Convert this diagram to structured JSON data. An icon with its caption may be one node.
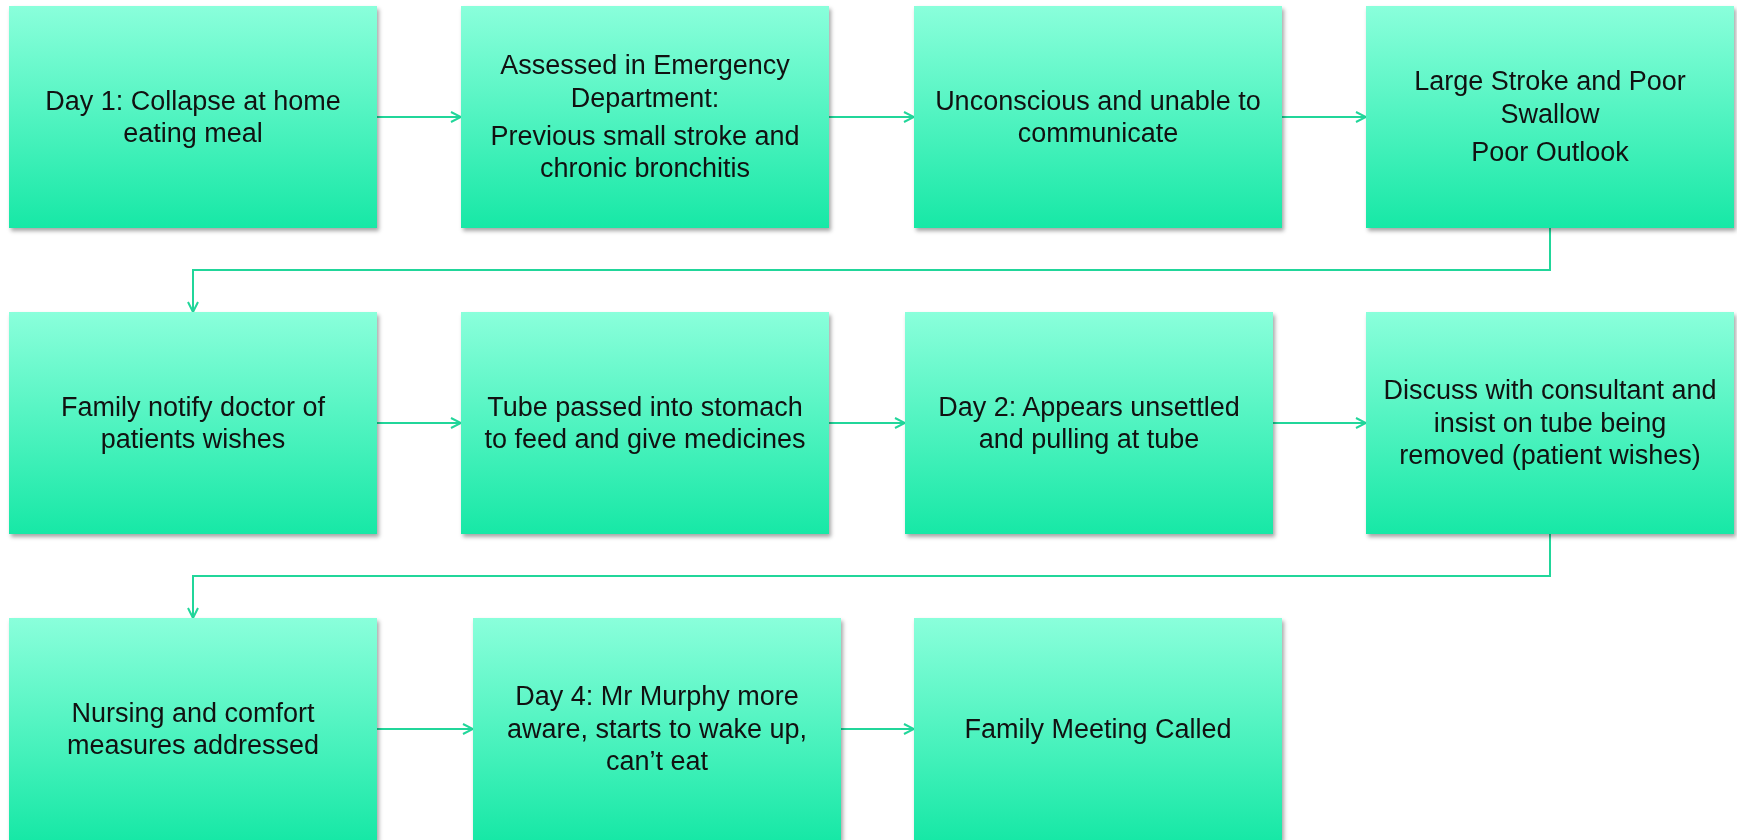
{
  "diagram": {
    "nodes": [
      {
        "text": [
          "Day 1: Collapse at home eating meal"
        ]
      },
      {
        "text": [
          "Assessed in Emergency Department:",
          "Previous small stroke and chronic bronchitis"
        ]
      },
      {
        "text": [
          "Unconscious and unable to communicate"
        ]
      },
      {
        "text": [
          "Large Stroke and Poor Swallow",
          "Poor Outlook"
        ]
      },
      {
        "text": [
          "Family notify doctor of patients wishes"
        ]
      },
      {
        "text": [
          "Tube passed into stomach to feed and give medicines"
        ]
      },
      {
        "text": [
          "Day 2: Appears unsettled and pulling at tube"
        ]
      },
      {
        "text": [
          "Discuss with consultant and insist on tube being removed (patient wishes)"
        ]
      },
      {
        "text": [
          "Nursing and comfort measures addressed"
        ]
      },
      {
        "text": [
          "Day 4: Mr Murphy more aware, starts to wake up, can’t eat"
        ]
      },
      {
        "text": [
          "Family Meeting Called"
        ]
      }
    ],
    "edges": [
      {
        "from": 0,
        "to": 1,
        "arrow": "to"
      },
      {
        "from": 1,
        "to": 2,
        "arrow": "to"
      },
      {
        "from": 2,
        "to": 3,
        "arrow": "to"
      },
      {
        "from": 3,
        "to": 4,
        "arrow": "to"
      },
      {
        "from": 4,
        "to": 5,
        "arrow": "to"
      },
      {
        "from": 5,
        "to": 6,
        "arrow": "to"
      },
      {
        "from": 6,
        "to": 7,
        "arrow": "to"
      },
      {
        "from": 7,
        "to": 8,
        "arrow": "to"
      },
      {
        "from": 8,
        "to": 9,
        "arrow": "to"
      },
      {
        "from": 9,
        "to": 10,
        "arrow": "to"
      }
    ]
  }
}
